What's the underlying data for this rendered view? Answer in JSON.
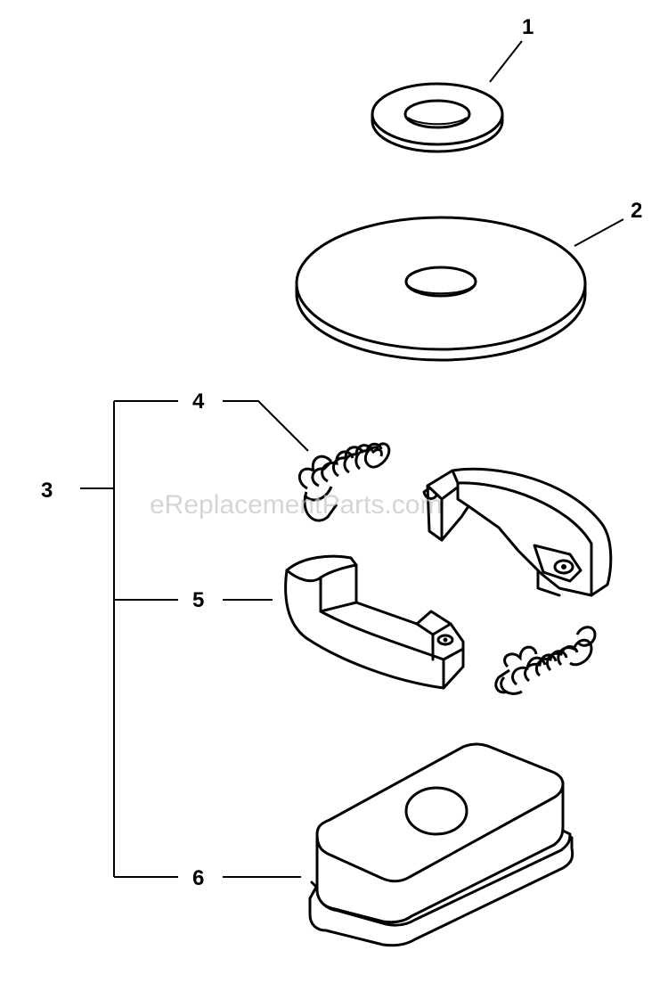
{
  "watermark": "eReplacementParts.com",
  "callouts": {
    "c1": "1",
    "c2": "2",
    "c3": "3",
    "c4": "4",
    "c5": "5",
    "c6": "6"
  }
}
